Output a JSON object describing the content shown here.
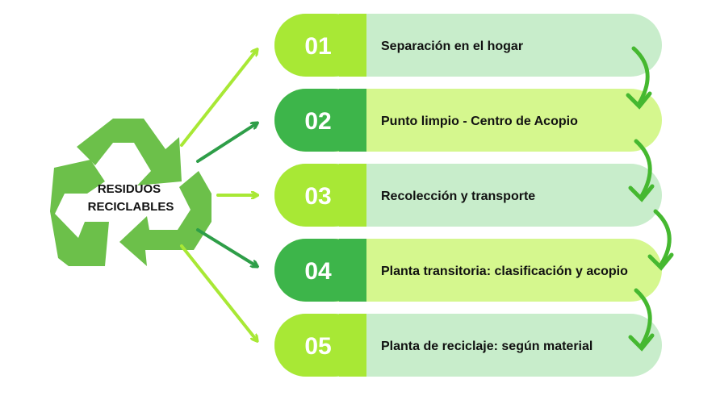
{
  "center": {
    "line1": "RESIDUOS",
    "line2": "RECICLABLES"
  },
  "steps": [
    {
      "number": "01",
      "label": "Separación en el hogar"
    },
    {
      "number": "02",
      "label": "Punto limpio - Centro de Acopio"
    },
    {
      "number": "03",
      "label": "Recolección y transporte"
    },
    {
      "number": "04",
      "label": "Planta transitoria: clasificación y acopio"
    },
    {
      "number": "05",
      "label": "Planta de reciclaje: según material"
    }
  ],
  "colors": {
    "light_green": "#A8E835",
    "dark_green": "#3DB54A",
    "panel_pale": "#C8EDCB",
    "panel_lime": "#D5F78E",
    "recycle_symbol": "#6CC04A",
    "arrow_light": "#A8E835",
    "arrow_dark": "#2E9E48",
    "curve_arrow": "#45B830"
  },
  "icons": [
    "recycle-symbol-icon",
    "connector-arrow-icon",
    "curved-down-arrow-icon"
  ]
}
